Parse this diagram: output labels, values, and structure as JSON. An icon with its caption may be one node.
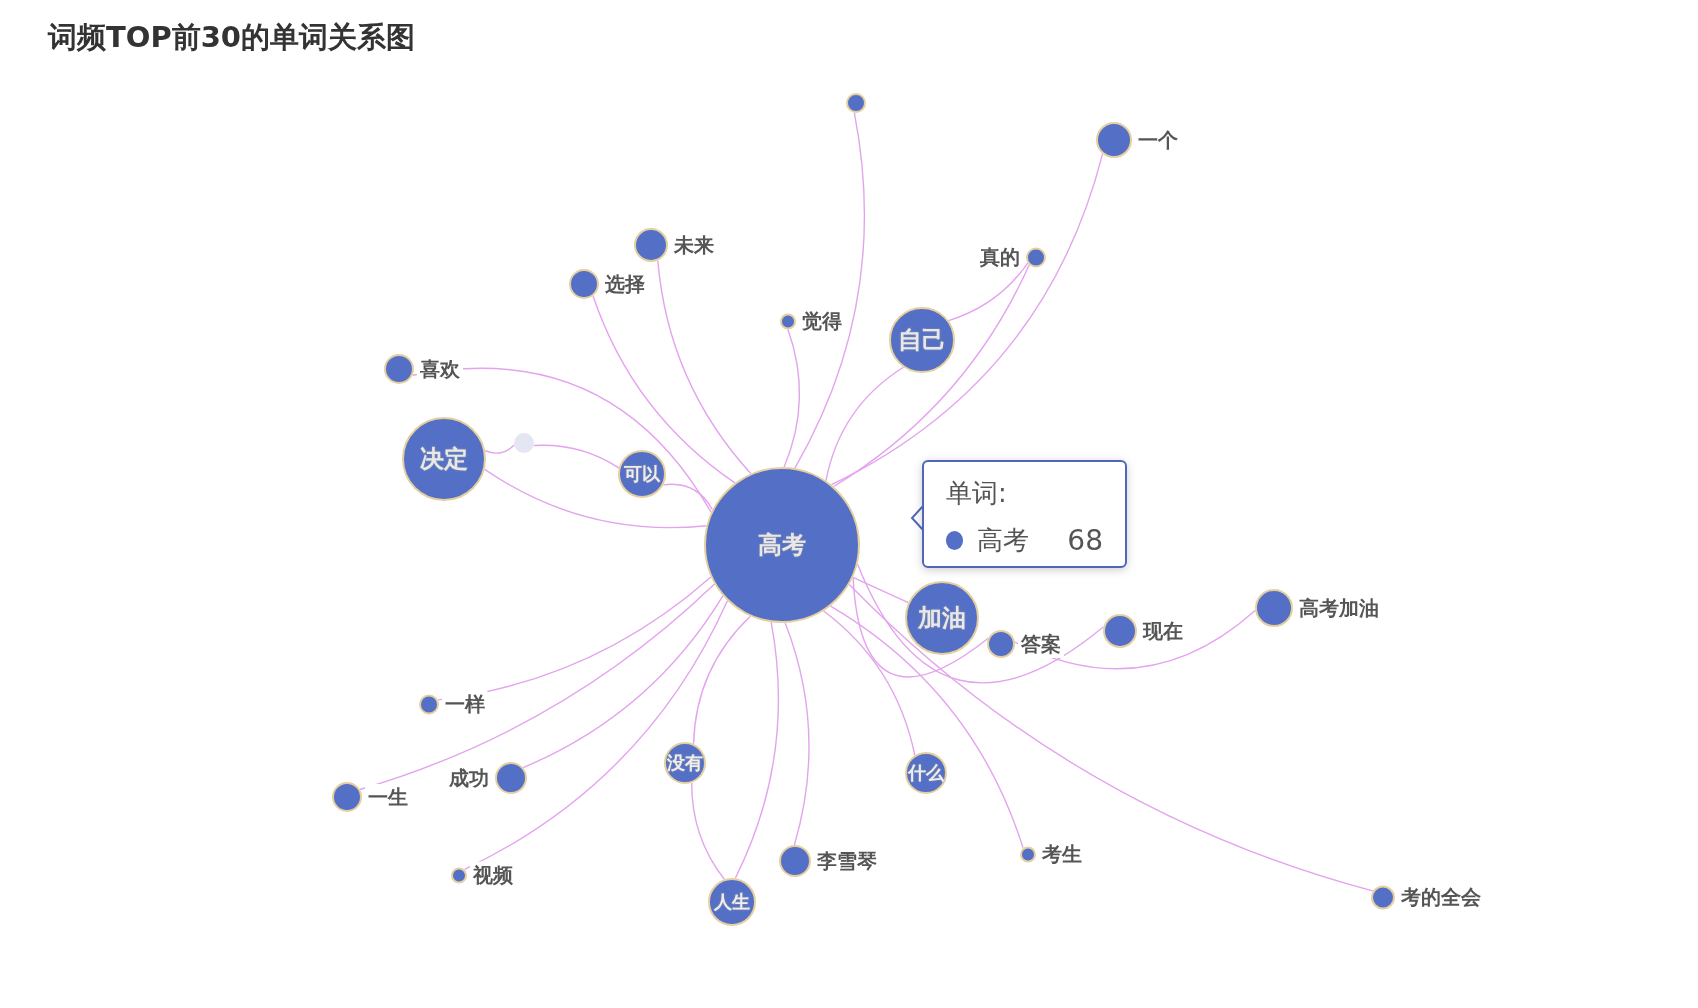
{
  "diagram": {
    "title": "词频TOP前30的单词关系图",
    "nodes": [
      {
        "text": [],
        "shape": "circle"
      },
      {
        "text": [
          "一个"
        ]
      },
      {
        "text": [
          "未来"
        ]
      },
      {
        "text": [
          "真的"
        ]
      },
      {
        "text": [
          "选择"
        ]
      },
      {
        "text": [
          "觉得"
        ]
      },
      {
        "text": [
          "自己"
        ]
      },
      {
        "text": [
          "喜欢"
        ]
      },
      {
        "text": [
          "决定"
        ]
      },
      {
        "text": [],
        "shape": "circle"
      },
      {
        "text": [
          "可以"
        ]
      },
      {
        "text": [
          "高考"
        ]
      },
      {
        "text": [
          "加油"
        ]
      },
      {
        "text": [
          "答案"
        ]
      },
      {
        "text": [
          "现在"
        ]
      },
      {
        "text": [
          "高考加油"
        ]
      },
      {
        "text": [
          "一样"
        ]
      },
      {
        "text": [
          "没有"
        ]
      },
      {
        "text": [
          "什么"
        ]
      },
      {
        "text": [
          "一生"
        ]
      },
      {
        "text": [
          "成功"
        ]
      },
      {
        "text": [
          "视频"
        ]
      },
      {
        "text": [
          "李雪琴"
        ]
      },
      {
        "text": [
          "考生"
        ]
      },
      {
        "text": [
          "人生"
        ]
      },
      {
        "text": [
          "考的全会"
        ]
      },
      {
        "text": [
          "单词:",
          "高考",
          "68"
        ]
      }
    ],
    "edges": [
      {
        "from": 11,
        "to": 0,
        "arrow": "none"
      },
      {
        "from": 11,
        "to": 1,
        "arrow": "none"
      },
      {
        "from": 11,
        "to": 2,
        "arrow": "none"
      },
      {
        "from": 11,
        "to": 3,
        "arrow": "none"
      },
      {
        "from": 11,
        "to": 4,
        "arrow": "none"
      },
      {
        "from": 11,
        "to": 5,
        "arrow": "none"
      },
      {
        "from": 11,
        "to": 6,
        "arrow": "none"
      },
      {
        "from": 11,
        "to": 7,
        "arrow": "none"
      },
      {
        "from": 11,
        "to": 8,
        "arrow": "none"
      },
      {
        "from": 8,
        "to": 9,
        "arrow": "none"
      },
      {
        "from": 9,
        "to": 10,
        "arrow": "none"
      },
      {
        "from": 11,
        "to": 10,
        "arrow": "none"
      },
      {
        "from": 11,
        "to": 12,
        "arrow": "none"
      },
      {
        "from": 11,
        "to": 13,
        "arrow": "none"
      },
      {
        "from": 11,
        "to": 14,
        "arrow": "none"
      },
      {
        "from": 13,
        "to": 15,
        "arrow": "none"
      },
      {
        "from": 11,
        "to": 16,
        "arrow": "none"
      },
      {
        "from": 11,
        "to": 17,
        "arrow": "none"
      },
      {
        "from": 11,
        "to": 18,
        "arrow": "none"
      },
      {
        "from": 11,
        "to": 19,
        "arrow": "none"
      },
      {
        "from": 11,
        "to": 20,
        "arrow": "none"
      },
      {
        "from": 11,
        "to": 21,
        "arrow": "none"
      },
      {
        "from": 11,
        "to": 22,
        "arrow": "none"
      },
      {
        "from": 11,
        "to": 23,
        "arrow": "none"
      },
      {
        "from": 11,
        "to": 24,
        "arrow": "none"
      },
      {
        "from": 11,
        "to": 25,
        "arrow": "none"
      },
      {
        "from": 6,
        "to": 3,
        "arrow": "none"
      },
      {
        "from": 17,
        "to": 24,
        "arrow": "none"
      }
    ]
  }
}
